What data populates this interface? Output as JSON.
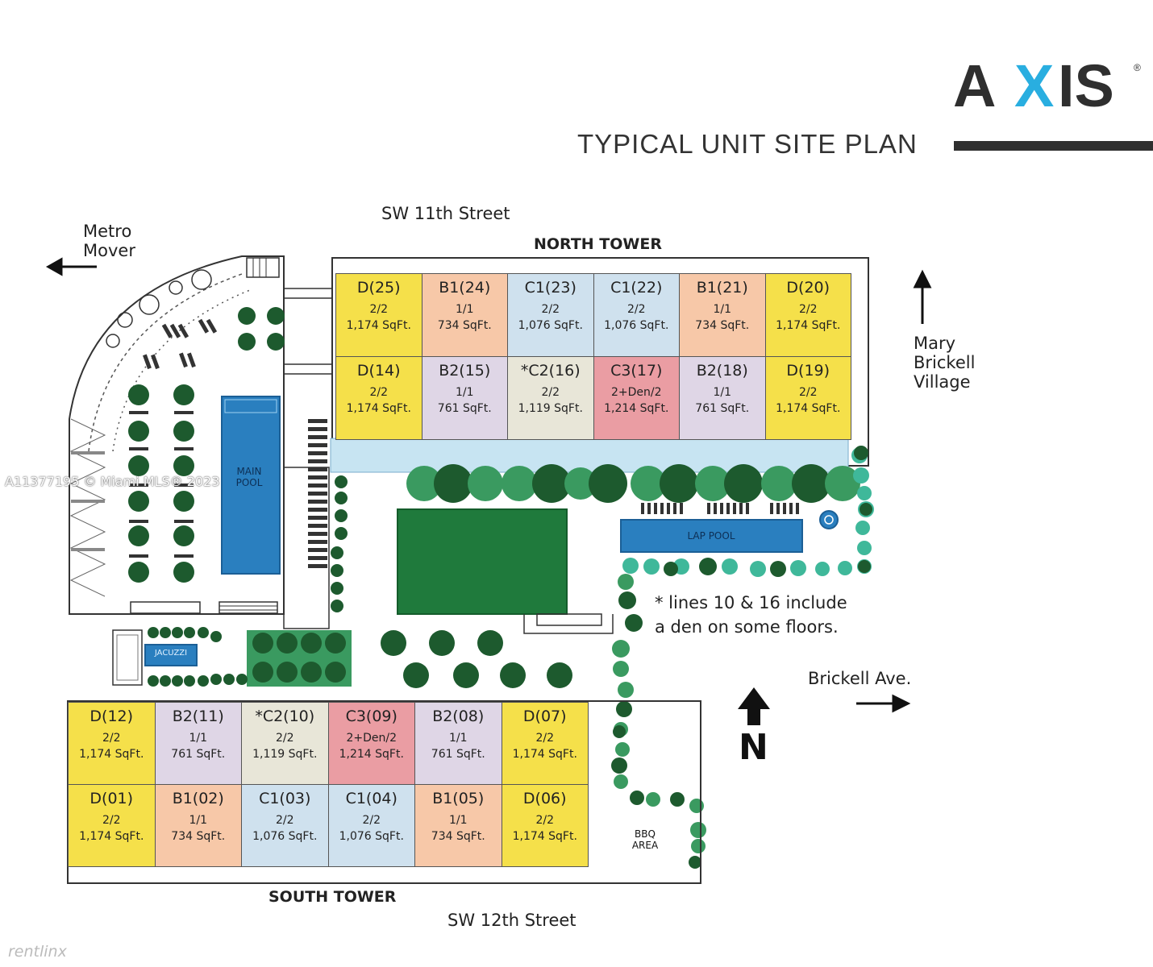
{
  "logo": {
    "text_a": "A",
    "text_x": "X",
    "text_is": "IS",
    "registered": "®"
  },
  "title": "TYPICAL UNIT SITE PLAN",
  "streets": {
    "north": "SW 11th Street",
    "south": "SW 12th Street",
    "east": "Brickell Ave."
  },
  "towers": {
    "north": "NORTH TOWER",
    "south": "SOUTH TOWER"
  },
  "places": {
    "metro_line1": "Metro",
    "metro_line2": "Mover",
    "mbv_line1": "Mary",
    "mbv_line2": "Brickell",
    "mbv_line3": "Village"
  },
  "amenities": {
    "main_pool_line1": "MAIN",
    "main_pool_line2": "POOL",
    "lap_pool": "LAP POOL",
    "jacuzzi": "JACUZZI",
    "bbq_line1": "BBQ",
    "bbq_line2": "AREA"
  },
  "note": {
    "line1": "* lines 10 & 16 include",
    "line2": "a den on some floors."
  },
  "compass": "N",
  "colors": {
    "yellow": "#f5e04a",
    "peach": "#f7c8a8",
    "blue": "#cfe1ee",
    "lavender": "#dfd6e6",
    "beige": "#e8e6d8",
    "pink": "#ea9da3",
    "pool": "#2a7fbf",
    "deck": "#c7e4f2",
    "lawn": "#1f7a3c",
    "tree": "#1d5a2e",
    "tree_light": "#3a9a60",
    "tree_teal": "#3fb89a"
  },
  "north_tower": {
    "row1": [
      {
        "code": "D(25)",
        "beds": "2/2",
        "area": "1,174  SqFt.",
        "color": "#f5e04a"
      },
      {
        "code": "B1(24)",
        "beds": "1/1",
        "area": "734 SqFt.",
        "color": "#f7c8a8"
      },
      {
        "code": "C1(23)",
        "beds": "2/2",
        "area": "1,076 SqFt.",
        "color": "#cfe1ee"
      },
      {
        "code": "C1(22)",
        "beds": "2/2",
        "area": "1,076 SqFt.",
        "color": "#cfe1ee"
      },
      {
        "code": "B1(21)",
        "beds": "1/1",
        "area": "734 SqFt.",
        "color": "#f7c8a8"
      },
      {
        "code": "D(20)",
        "beds": "2/2",
        "area": "1,174 SqFt.",
        "color": "#f5e04a"
      }
    ],
    "row2": [
      {
        "code": "D(14)",
        "beds": "2/2",
        "area": "1,174 SqFt.",
        "color": "#f5e04a"
      },
      {
        "code": "B2(15)",
        "beds": "1/1",
        "area": "761 SqFt.",
        "color": "#dfd6e6"
      },
      {
        "code": "*C2(16)",
        "beds": "2/2",
        "area": "1,119 SqFt.",
        "color": "#e8e6d8"
      },
      {
        "code": "C3(17)",
        "beds": "2+Den/2",
        "area": "1,214 SqFt.",
        "color": "#ea9da3"
      },
      {
        "code": "B2(18)",
        "beds": "1/1",
        "area": "761 SqFt.",
        "color": "#dfd6e6"
      },
      {
        "code": "D(19)",
        "beds": "2/2",
        "area": "1,174 SqFt.",
        "color": "#f5e04a"
      }
    ]
  },
  "south_tower": {
    "row1": [
      {
        "code": "D(12)",
        "beds": "2/2",
        "area": "1,174 SqFt.",
        "color": "#f5e04a"
      },
      {
        "code": "B2(11)",
        "beds": "1/1",
        "area": "761 SqFt.",
        "color": "#dfd6e6"
      },
      {
        "code": "*C2(10)",
        "beds": "2/2",
        "area": "1,119 SqFt.",
        "color": "#e8e6d8"
      },
      {
        "code": "C3(09)",
        "beds": "2+Den/2",
        "area": "1,214 SqFt.",
        "color": "#ea9da3"
      },
      {
        "code": "B2(08)",
        "beds": "1/1",
        "area": "761 SqFt.",
        "color": "#dfd6e6"
      },
      {
        "code": "D(07)",
        "beds": "2/2",
        "area": "1,174 SqFt.",
        "color": "#f5e04a"
      }
    ],
    "row2": [
      {
        "code": "D(01)",
        "beds": "2/2",
        "area": "1,174 SqFt.",
        "color": "#f5e04a"
      },
      {
        "code": "B1(02)",
        "beds": "1/1",
        "area": "734 SqFt.",
        "color": "#f7c8a8"
      },
      {
        "code": "C1(03)",
        "beds": "2/2",
        "area": "1,076 SqFt.",
        "color": "#cfe1ee"
      },
      {
        "code": "C1(04)",
        "beds": "2/2",
        "area": "1,076 SqFt.",
        "color": "#cfe1ee"
      },
      {
        "code": "B1(05)",
        "beds": "1/1",
        "area": "734 SqFt.",
        "color": "#f7c8a8"
      },
      {
        "code": "D(06)",
        "beds": "2/2",
        "area": "1,174 SqFt.",
        "color": "#f5e04a"
      }
    ]
  },
  "watermarks": {
    "mls": "A11377195 © Miami MLS® 2023",
    "brand": "rentlinx"
  }
}
